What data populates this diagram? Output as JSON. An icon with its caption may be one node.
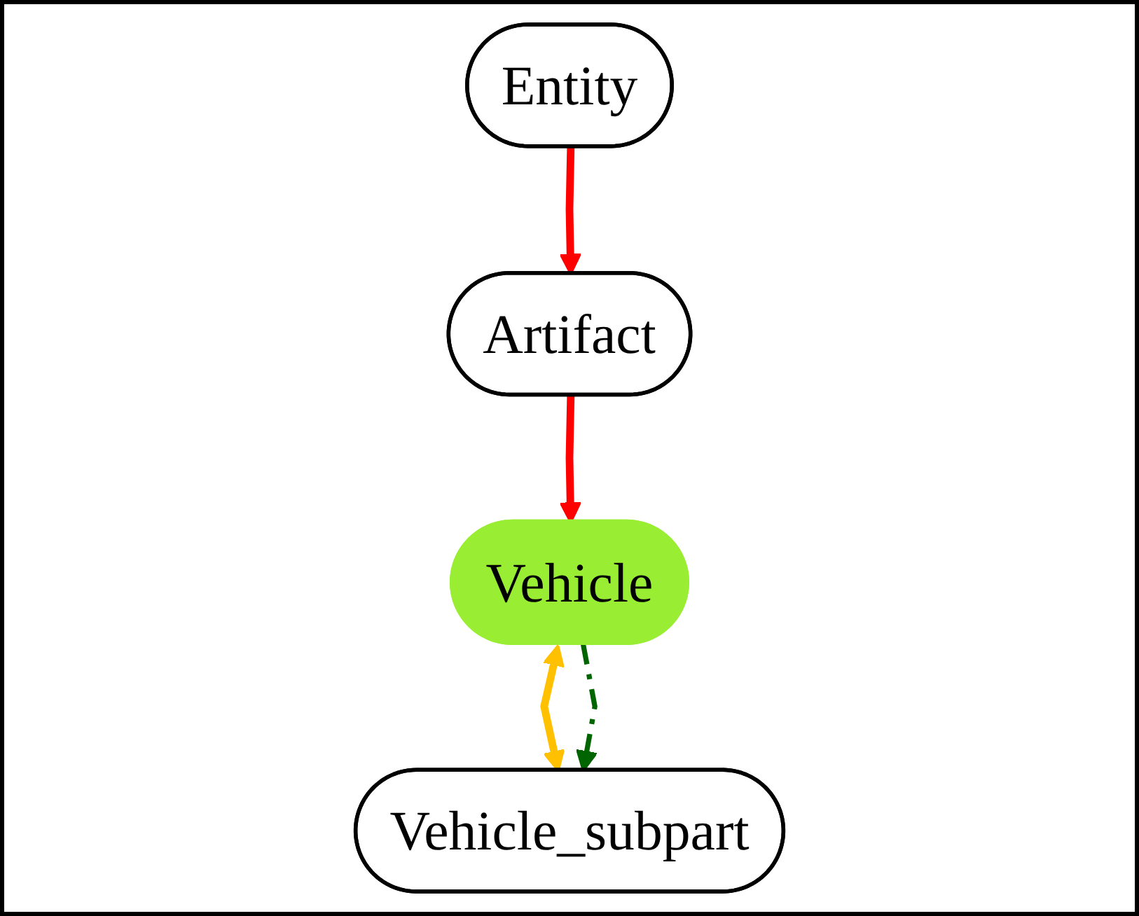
{
  "diagram": {
    "nodes": [
      {
        "text": [
          "Entity"
        ]
      },
      {
        "text": [
          "Artifact"
        ]
      },
      {
        "text": [
          "Vehicle"
        ]
      },
      {
        "text": [
          "Vehicle_subpart"
        ]
      }
    ],
    "edges": [
      {
        "from": 0,
        "to": 1,
        "arrow": "to",
        "color": "#ff0000"
      },
      {
        "from": 1,
        "to": 2,
        "arrow": "to",
        "color": "#ff0000"
      },
      {
        "from": 2,
        "to": 3,
        "arrow": "both",
        "color": "#ffc000"
      },
      {
        "from": 2,
        "to": 3,
        "arrow": "to",
        "style": "dashed",
        "color": "#006400"
      }
    ]
  }
}
